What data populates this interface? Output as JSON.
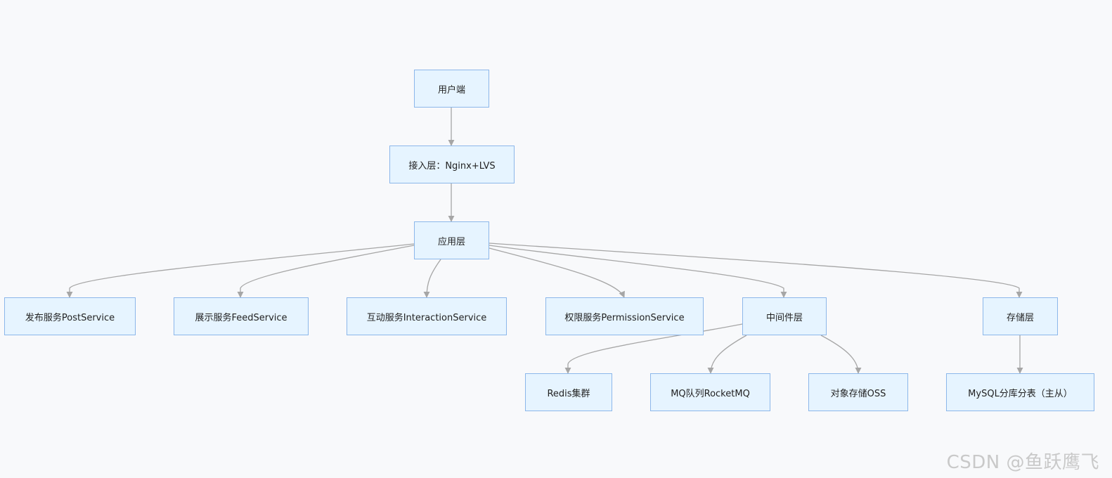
{
  "nodes": {
    "user": "用户端",
    "access": "接入层：Nginx+LVS",
    "app": "应用层",
    "post": "发布服务PostService",
    "feed": "展示服务FeedService",
    "interaction": "互动服务InteractionService",
    "permission": "权限服务PermissionService",
    "middleware": "中间件层",
    "storage": "存储层",
    "redis": "Redis集群",
    "mq": "MQ队列RocketMQ",
    "oss": "对象存储OSS",
    "mysql": "MySQL分库分表（主从）"
  },
  "edges": [
    [
      "user",
      "access"
    ],
    [
      "access",
      "app"
    ],
    [
      "app",
      "post"
    ],
    [
      "app",
      "feed"
    ],
    [
      "app",
      "interaction"
    ],
    [
      "app",
      "permission"
    ],
    [
      "app",
      "middleware"
    ],
    [
      "app",
      "storage"
    ],
    [
      "middleware",
      "redis"
    ],
    [
      "middleware",
      "mq"
    ],
    [
      "middleware",
      "oss"
    ],
    [
      "storage",
      "mysql"
    ]
  ],
  "colors": {
    "node_fill": "#e6f4ff",
    "node_border": "#8cb7ea",
    "edge": "#a6a6a6"
  },
  "watermark": "CSDN @鱼跃鹰飞"
}
